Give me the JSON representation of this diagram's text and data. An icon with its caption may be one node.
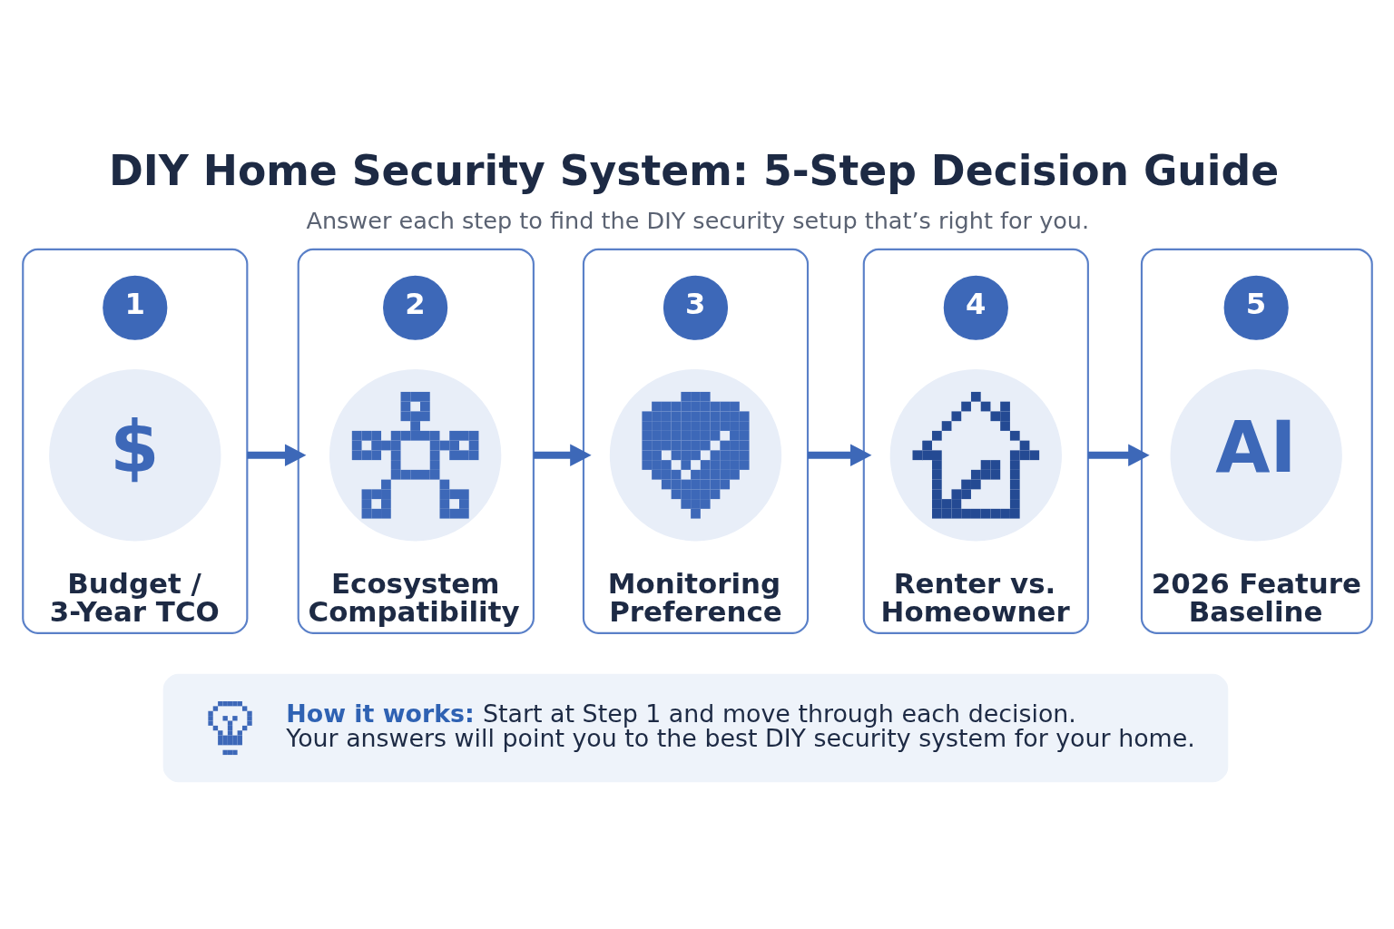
{
  "diagram": {
    "title": "DIY Home Security System: 5-Step Decision Guide",
    "caption": "Answer each step to find the DIY security setup that’s right for you.",
    "nodes": [
      {
        "text": [
          "Budget / 3-Year TCO"
        ]
      },
      {
        "text": [
          "1"
        ],
        "in": 0
      },
      {
        "text": [
          "$"
        ],
        "in": 0
      },
      {
        "text": [
          "Ecosystem Compatibility"
        ]
      },
      {
        "text": [
          "2"
        ],
        "in": 3
      },
      {
        "text": [],
        "shape": "picture",
        "in": 3
      },
      {
        "text": [
          "Monitoring Preference"
        ]
      },
      {
        "text": [
          "3"
        ],
        "in": 6
      },
      {
        "text": [],
        "shape": "picture",
        "in": 6
      },
      {
        "text": [
          "Renter vs. Homeowner"
        ]
      },
      {
        "text": [
          "4"
        ],
        "in": 9
      },
      {
        "text": [],
        "shape": "picture",
        "in": 9
      },
      {
        "text": [
          "2026 Feature Baseline"
        ]
      },
      {
        "text": [
          "5"
        ],
        "in": 12
      },
      {
        "text": [
          "AI"
        ],
        "in": 12
      },
      {
        "text": [
          "How it works:",
          "Start at Step 1 and move through each decision. Your answers will point you to the best DIY security system for your home."
        ]
      }
    ],
    "edges": [
      {
        "from": 0,
        "to": 3,
        "arrow": "to"
      },
      {
        "from": 3,
        "to": 6,
        "arrow": "to"
      },
      {
        "from": 6,
        "to": 9,
        "arrow": "to"
      },
      {
        "from": 9,
        "to": 12,
        "arrow": "to"
      }
    ]
  }
}
